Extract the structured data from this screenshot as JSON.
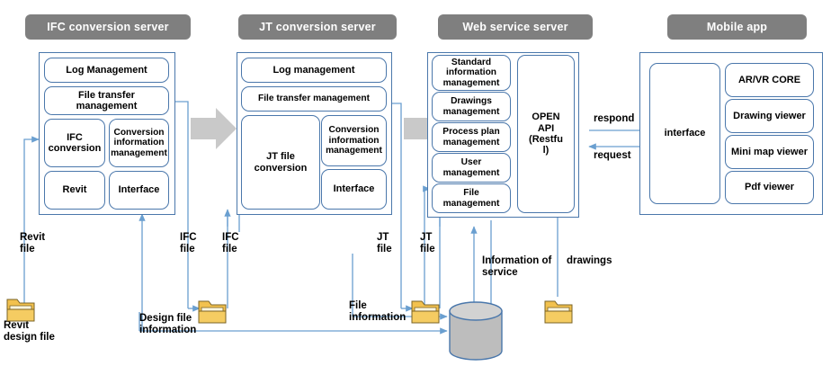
{
  "diagram": {
    "title": "System architecture: IFC/JT conversion servers, web service server and mobile app",
    "colors": {
      "header_fill": "#7f7f7f",
      "header_text": "#ffffff",
      "box_border": "#4a77ab",
      "connector": "#6a9fd0",
      "block_arrow": "#c9c9c9",
      "folder": "#f2c14e",
      "folder_light": "#ffe9a8",
      "database_fill": "#b8b8b8",
      "database_top": "#cfcfcf"
    }
  },
  "servers": [
    {
      "id": "ifc-conversion-server",
      "header": "IFC conversion server",
      "modules": [
        {
          "id": "log-management",
          "label": "Log Management"
        },
        {
          "id": "file-transfer-management",
          "label": "File transfer\nmanagement"
        },
        {
          "id": "ifc-conversion",
          "label": "IFC\nconversion"
        },
        {
          "id": "conversion-information-management",
          "label": "Conversion\ninformation\nmanagement"
        },
        {
          "id": "revit",
          "label": "Revit"
        },
        {
          "id": "interface",
          "label": "Interface"
        }
      ]
    },
    {
      "id": "jt-conversion-server",
      "header": "JT conversion server",
      "modules": [
        {
          "id": "log-management",
          "label": "Log management"
        },
        {
          "id": "file-transfer-management",
          "label": "File transfer management"
        },
        {
          "id": "jt-file-conversion",
          "label": "JT file\nconversion"
        },
        {
          "id": "conversion-information-management",
          "label": "Conversion\ninformation\nmanagement"
        },
        {
          "id": "interface",
          "label": "Interface"
        }
      ]
    },
    {
      "id": "web-service-server",
      "header": "Web service server",
      "modules": [
        {
          "id": "standard-information-management",
          "label": "Standard\ninformation\nmanagement"
        },
        {
          "id": "drawings-management",
          "label": "Drawings\nmanagement"
        },
        {
          "id": "process-plan-management",
          "label": "Process plan\nmanagement"
        },
        {
          "id": "user-management",
          "label": "User\nmanagement"
        },
        {
          "id": "file-management",
          "label": "File\nmanagement"
        },
        {
          "id": "open-api",
          "label": "OPEN\nAPI\n(Restfu\nl)"
        }
      ]
    },
    {
      "id": "mobile-app",
      "header": "Mobile app",
      "modules": [
        {
          "id": "interface",
          "label": "interface"
        },
        {
          "id": "ar-vr-core",
          "label": "AR/VR CORE"
        },
        {
          "id": "drawing-viewer",
          "label": "Drawing viewer"
        },
        {
          "id": "mini-map-viewer",
          "label": "Mini map viewer"
        },
        {
          "id": "pdf-viewer",
          "label": "Pdf viewer"
        }
      ]
    }
  ],
  "flow_labels": {
    "revit_file": "Revit\nfile",
    "revit_design_file": "Revit\ndesign file",
    "ifc_file_left": "IFC\nfile",
    "ifc_file_right": "IFC\nfile",
    "design_file_information": "Design file\ninformation",
    "jt_file_left": "JT\nfile",
    "jt_file_right": "JT\nfile",
    "file_information": "File\ninformation",
    "information_of_service": "Information of\nservice",
    "drawings": "drawings",
    "respond": "respond",
    "request": "request"
  },
  "objects": {
    "folders": [
      {
        "id": "revit-design-file-folder",
        "name": "folder-icon"
      },
      {
        "id": "design-file-information-folder",
        "name": "folder-icon"
      },
      {
        "id": "jt-file-folder",
        "name": "folder-icon"
      },
      {
        "id": "drawings-folder",
        "name": "folder-icon"
      }
    ],
    "database": {
      "id": "database-cylinder",
      "name": "database-icon"
    },
    "block_arrows": [
      {
        "id": "block-arrow-ifc-to-jt",
        "name": "block-arrow-right-icon"
      },
      {
        "id": "block-arrow-jt-to-web",
        "name": "block-arrow-right-icon"
      }
    ]
  }
}
